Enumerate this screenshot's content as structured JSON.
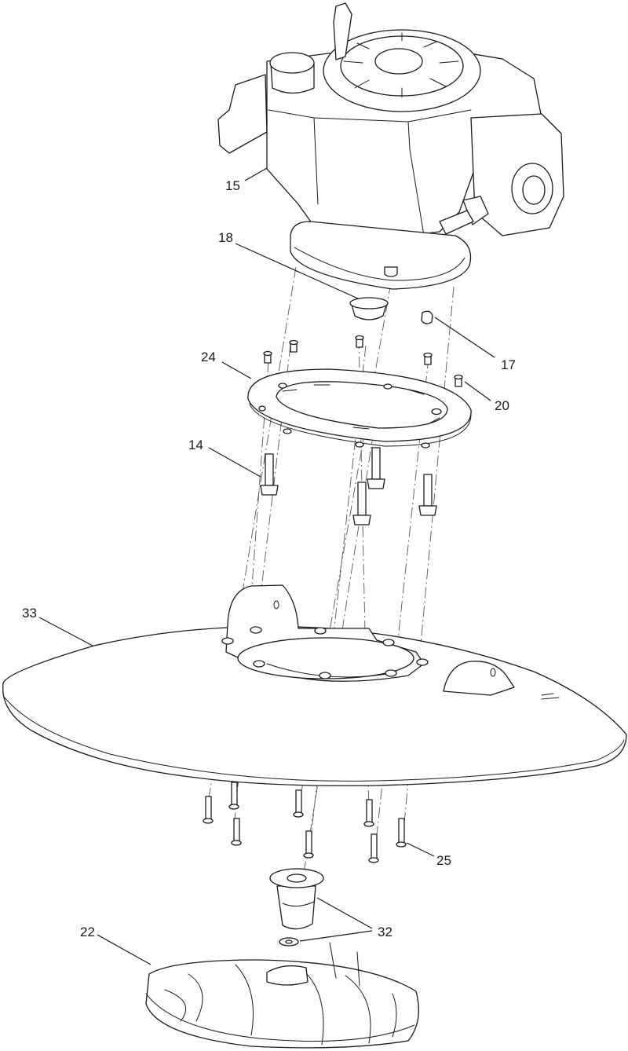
{
  "callouts": {
    "c15": "15",
    "c18": "18",
    "c17": "17",
    "c24": "24",
    "c20": "20",
    "c14": "14",
    "c33": "33",
    "c25": "25",
    "c32": "32",
    "c22": "22"
  }
}
